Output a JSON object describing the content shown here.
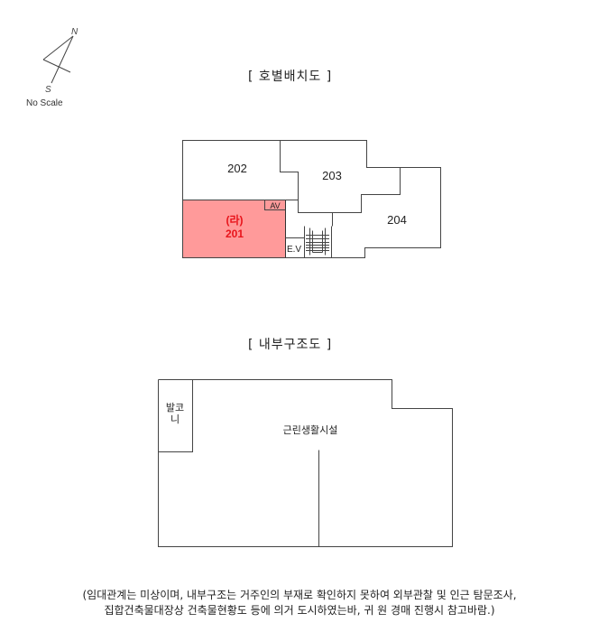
{
  "compass": {
    "north_label": "N",
    "south_label": "S",
    "scale_label": "No Scale"
  },
  "unit_layout": {
    "title": "[ 호별배치도 ]",
    "units": [
      {
        "label": "202"
      },
      {
        "label": "203"
      },
      {
        "label": "204"
      },
      {
        "prefix": "(라)",
        "label": "201",
        "highlighted": true
      }
    ],
    "markers": {
      "av": "AV",
      "ev": "E.V"
    },
    "highlight_fill": "#ff9a9a",
    "highlight_text": "#e8141b"
  },
  "interior_layout": {
    "title": "[ 내부구조도 ]",
    "balcony_line1": "발코",
    "balcony_line2": "니",
    "main_room": "근린생활시설"
  },
  "notes": {
    "line1": "(임대관계는 미상이며,  내부구조는 거주인의 부재로 확인하지 못하여 외부관찰 및 인근 탐문조사,",
    "line2": "집합건축물대장상 건축물현황도 등에 의거 도시하였는바, 귀 원 경매 진행시 참고바람.)"
  }
}
